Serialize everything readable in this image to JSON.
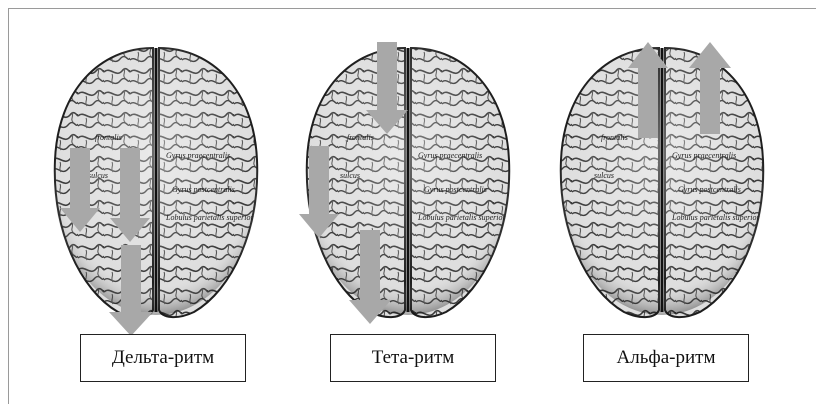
{
  "labels": {
    "delta": "Дельта-ритм",
    "theta": "Тета-ритм",
    "alpha": "Альфа-ритм"
  },
  "brain_annotations": {
    "lobulus_parietalis_superior": "Lobulus parietalis superior",
    "gyrus_praecentralis": "Gyrus praecentralis",
    "gyrus_postcentralis": "Gyrus postcentralis",
    "frontalis": "frontalis",
    "sulcus": "sulcus"
  },
  "colors": {
    "arrow": "#a8a8a8",
    "brain_fill": "#dcdcdc",
    "brain_stroke": "#2a2a2a"
  },
  "arrows": {
    "delta": [
      "down",
      "down",
      "down"
    ],
    "theta": [
      "down",
      "down",
      "down"
    ],
    "alpha": [
      "up",
      "up"
    ]
  }
}
